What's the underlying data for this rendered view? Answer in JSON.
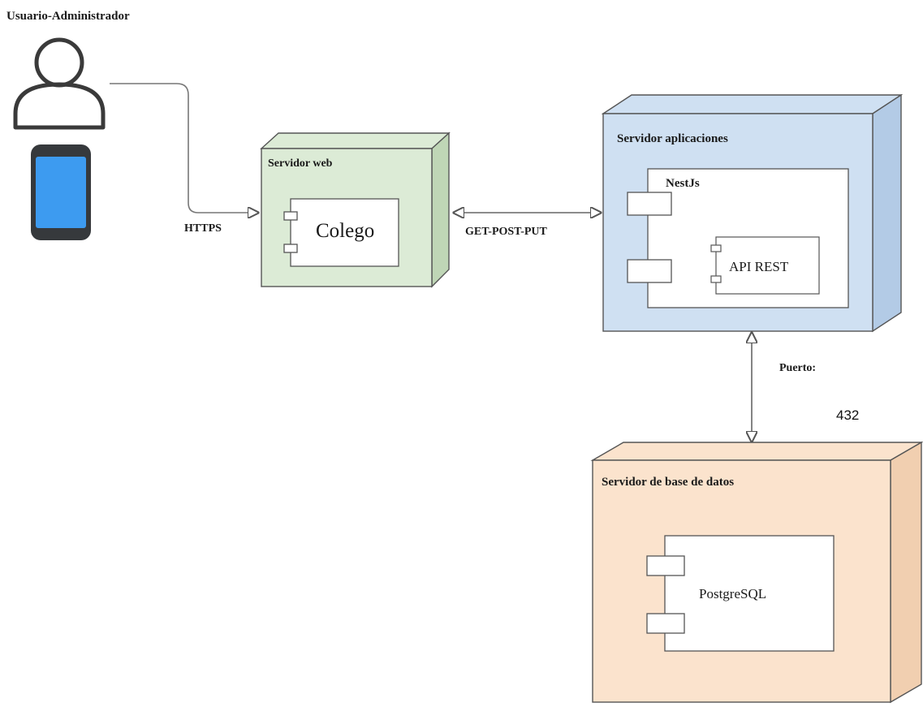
{
  "actor": {
    "label": "Usuario-Administrador"
  },
  "connections": {
    "https_label": "HTTPS",
    "api_label": "GET-POST-PUT",
    "port_label": "Puerto:",
    "port_number": "432"
  },
  "nodes": {
    "web": {
      "title": "Servidor web",
      "component": "Colego",
      "color": "#dcebd6"
    },
    "app": {
      "title": "Servidor aplicaciones",
      "framework": "NestJs",
      "component": "API REST",
      "color": "#cfe0f2"
    },
    "db": {
      "title": "Servidor de base de datos",
      "component": "PostgreSQL",
      "color": "#fbe3cd"
    }
  },
  "icons": {
    "user": "user-icon",
    "phone": "smartphone-icon",
    "phone_screen_color": "#3d9bf0"
  }
}
